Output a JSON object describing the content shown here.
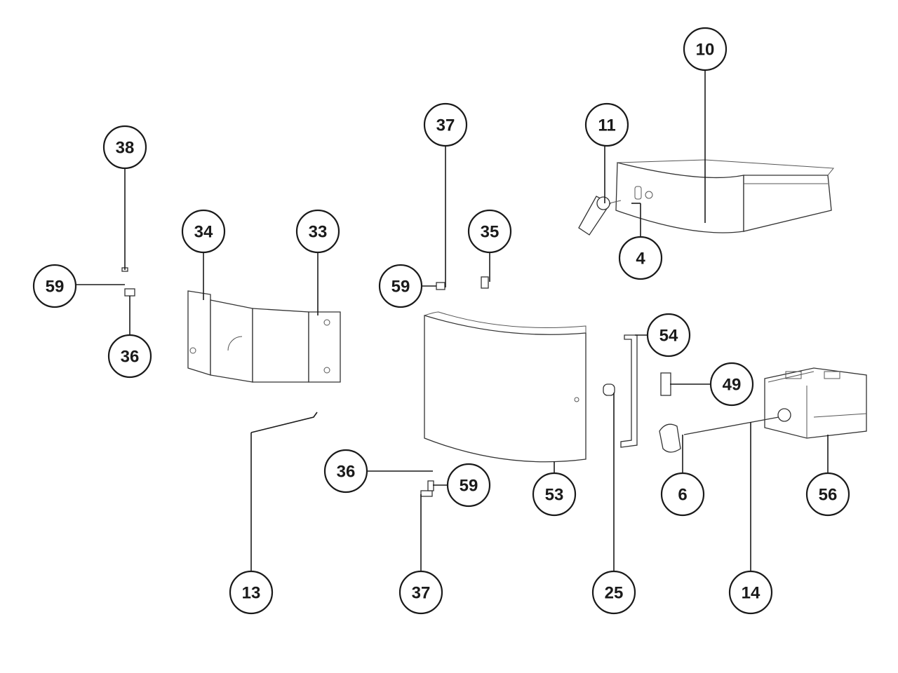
{
  "diagram": {
    "type": "exploded parts diagram",
    "callouts": {
      "c10": "10",
      "c11": "11",
      "c4": "4",
      "c37a": "37",
      "c38": "38",
      "c34": "34",
      "c33": "33",
      "c35": "35",
      "c59a": "59",
      "c59b": "59",
      "c36a": "36",
      "c54": "54",
      "c49": "49",
      "c36b": "36",
      "c59c": "59",
      "c53": "53",
      "c6": "6",
      "c56": "56",
      "c13": "13",
      "c37b": "37",
      "c25": "25",
      "c14": "14"
    }
  }
}
